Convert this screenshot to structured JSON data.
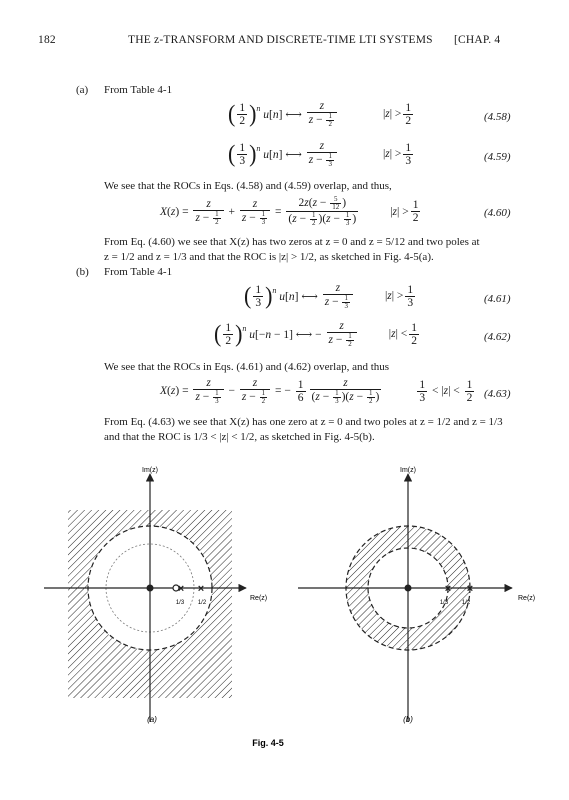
{
  "header": {
    "page_number": "182",
    "title": "THE z-TRANSFORM AND DISCRETE-TIME LTI SYSTEMS",
    "chapter": "[CHAP. 4"
  },
  "part_a": {
    "label": "(a)",
    "intro": "From Table 4-1",
    "eq58_no": "(4.58)",
    "eq59_no": "(4.59)",
    "overlap": "We see that the ROCs in Eqs. (4.58) and (4.59) overlap, and thus,",
    "eq60_no": "(4.60)",
    "conclusion_1": "From Eq. (4.60) we see that X(z) has two zeros at z = 0 and z = 5/12 and two poles at",
    "conclusion_2": "z = 1/2 and z = 1/3 and that the ROC is |z| > 1/2, as sketched in Fig. 4-5(a)."
  },
  "part_b": {
    "label": "(b)",
    "intro": "From Table 4-1",
    "eq61_no": "(4.61)",
    "eq62_no": "(4.62)",
    "overlap": "We see that the ROCs in Eqs. (4.61) and (4.62) overlap, and thus",
    "eq63_no": "(4.63)",
    "conclusion_1": "From Eq. (4.63) we see that X(z) has one zero at z = 0 and two poles at z = 1/2 and z = 1/3",
    "conclusion_2": "and that the ROC is 1/3 < |z| < 1/2, as sketched in Fig. 4-5(b)."
  },
  "figure": {
    "caption": "Fig. 4-5",
    "panel_a": {
      "sublabel": "(a)",
      "im_label": "Im(z)",
      "re_label": "Re(z)",
      "tick_1": "1/3",
      "tick_2": "1/2"
    },
    "panel_b": {
      "sublabel": "(b)",
      "im_label": "Im(z)",
      "re_label": "Re(z)",
      "tick_1": "1/3",
      "tick_2": "1/2"
    }
  }
}
